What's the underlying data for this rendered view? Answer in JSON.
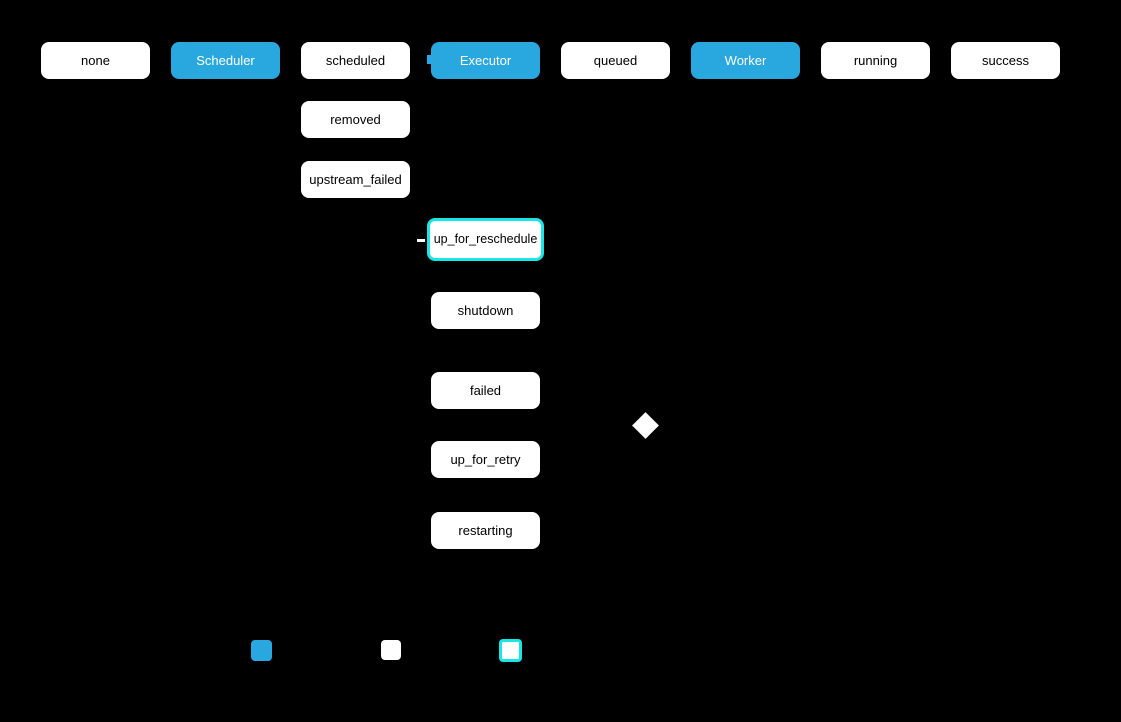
{
  "colors": {
    "background": "#000000",
    "component_fill": "#29a8e0",
    "component_text": "#ffffff",
    "state_fill": "#ffffff",
    "state_text": "#000000",
    "highlight": "#17e7e7"
  },
  "flow": {
    "top_row": {
      "none": "none",
      "scheduler": "Scheduler",
      "scheduled": "scheduled",
      "executor": "Executor",
      "queued": "queued",
      "worker": "Worker",
      "running": "running",
      "success": "success"
    },
    "scheduled_branches": {
      "removed": "removed",
      "upstream_failed": "upstream_failed"
    },
    "executor_branches": {
      "up_for_reschedule": "up_for_reschedule",
      "shutdown": "shutdown",
      "failed": "failed",
      "up_for_retry": "up_for_retry",
      "restarting": "restarting"
    },
    "highlighted_state": "up_for_reschedule"
  },
  "shapes": {
    "decision_diamond": "diamond",
    "arrow_fragments": [
      "white-dash-left-of-up_for_reschedule",
      "blue-tick-left-of-executor"
    ]
  },
  "legend": {
    "swatches": [
      {
        "name": "component-swatch",
        "fill": "#29a8e0"
      },
      {
        "name": "state-swatch",
        "fill": "#ffffff"
      },
      {
        "name": "highlighted-state-swatch",
        "fill": "#ffffff",
        "border": "#17e7e7"
      }
    ]
  }
}
